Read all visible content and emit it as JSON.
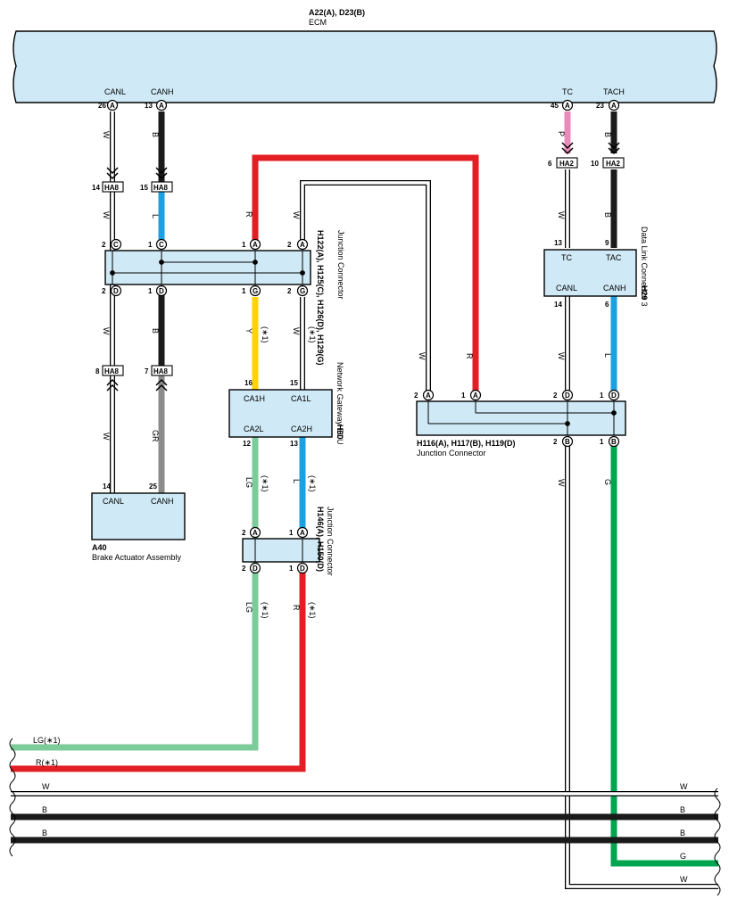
{
  "ecm": {
    "title": "A22(A), D23(B)",
    "name": "ECM",
    "pins": [
      {
        "pin": "CANL",
        "num": "26",
        "conn": "A"
      },
      {
        "pin": "CANH",
        "num": "13",
        "conn": "A"
      },
      {
        "pin": "TC",
        "num": "45",
        "conn": "A"
      },
      {
        "pin": "TACH",
        "num": "23",
        "conn": "A"
      }
    ]
  },
  "harness": {
    "ha8": "HA8",
    "ha2": "HA2",
    "nums": {
      "n14": "14",
      "n15": "15",
      "n8": "8",
      "n7": "7",
      "n6": "6",
      "n10": "10"
    }
  },
  "jc_upper": {
    "title": "H122(A), H125(C), H126(D), H129(G)",
    "name": "Junction Connector",
    "top": [
      {
        "num": "2",
        "conn": "C"
      },
      {
        "num": "1",
        "conn": "C"
      },
      {
        "num": "1",
        "conn": "A"
      },
      {
        "num": "2",
        "conn": "A"
      }
    ],
    "bottom": [
      {
        "num": "2",
        "conn": "D"
      },
      {
        "num": "1",
        "conn": "D"
      },
      {
        "num": "1",
        "conn": "G"
      },
      {
        "num": "2",
        "conn": "G"
      }
    ]
  },
  "gateway": {
    "code": "H60",
    "name": "Network Gateway ECU",
    "pins": {
      "ca1h": "CA1H",
      "ca1l": "CA1L",
      "ca2l": "CA2L",
      "ca2h": "CA2H"
    },
    "nums": {
      "n16": "16",
      "n15": "15",
      "n12": "12",
      "n13": "13"
    }
  },
  "brake": {
    "code": "A40",
    "name": "Brake Actuator Assembly",
    "pins": {
      "canl": "CANL",
      "canh": "CANH"
    },
    "nums": {
      "n14": "14",
      "n25": "25"
    }
  },
  "jc_lower": {
    "title": "H146(A), H150(D)",
    "name": "Junction Connector",
    "top": [
      {
        "num": "2",
        "conn": "A"
      },
      {
        "num": "1",
        "conn": "A"
      }
    ],
    "bottom": [
      {
        "num": "2",
        "conn": "D"
      },
      {
        "num": "1",
        "conn": "D"
      }
    ]
  },
  "jc_right": {
    "title": "H116(A), H117(B), H119(D)",
    "name": "Junction Connector",
    "top": [
      {
        "num": "2",
        "conn": "A"
      },
      {
        "num": "1",
        "conn": "A"
      },
      {
        "num": "2",
        "conn": "D"
      },
      {
        "num": "1",
        "conn": "D"
      }
    ],
    "bottom": [
      {
        "num": "2",
        "conn": "B"
      },
      {
        "num": "1",
        "conn": "B"
      }
    ]
  },
  "dlc": {
    "code": "H29",
    "name": "Data Link Connector 3",
    "pins": {
      "tc": "TC",
      "tac": "TAC",
      "canl": "CANL",
      "canh": "CANH"
    },
    "nums": {
      "n13": "13",
      "n9": "9",
      "n14": "14",
      "n6": "6"
    }
  },
  "wire_labels": {
    "w": "W",
    "b": "B",
    "l": "L",
    "r": "R",
    "y": "Y",
    "lg": "LG",
    "gr": "GR",
    "p": "P",
    "g": "G",
    "star1": "(∗1)"
  },
  "bus_lines": {
    "lg": "LG(∗1)",
    "r": "R(∗1)",
    "w1": "W",
    "b1": "B",
    "b2": "B",
    "g": "G",
    "w2": "W"
  },
  "colors": {
    "red": "#e31e24",
    "black": "#1a1a1a",
    "blue": "#1ba1e2",
    "yellow": "#ffd400",
    "lightgreen": "#7dcb9a",
    "green": "#00a550",
    "gray": "#8c8c8c",
    "pink": "#ea8ab8",
    "white": "#ffffff",
    "box": "#cfeaf6"
  }
}
